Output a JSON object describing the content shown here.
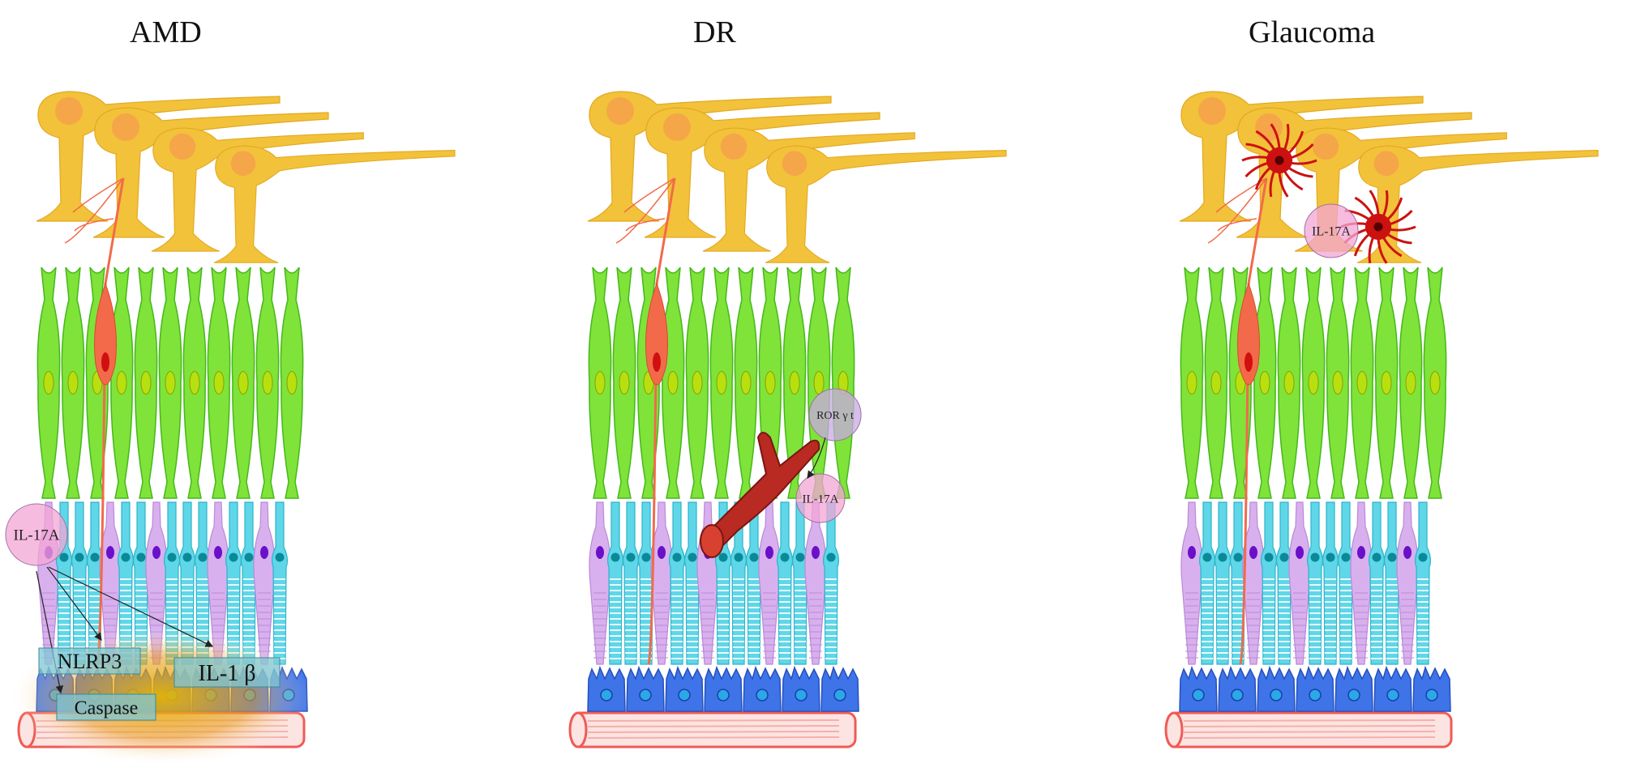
{
  "panels": [
    {
      "title": "AMD",
      "labels": {
        "il17a": "IL-17A",
        "nlrp3": "NLRP3",
        "il1b": "IL-1 β",
        "caspase": "Caspase"
      }
    },
    {
      "title": "DR",
      "labels": {
        "rorgt": "ROR γ t",
        "il17a": "IL-17A"
      }
    },
    {
      "title": "Glaucoma",
      "labels": {
        "il17a": "IL-17A"
      }
    }
  ],
  "colors": {
    "ganglion": "#f2c23a",
    "ganglion_nucleus": "#f5a34a",
    "muller": "#7fe33a",
    "muller_nucleus": "#b8e010",
    "neuron_red": "#f26a4a",
    "rod": "#5fd7e8",
    "cone": "#d9b0ee",
    "rpe": "#3f74e8",
    "vessel": "#f05a55",
    "dr_vessel": "#b82a22",
    "astrocyte": "#cc1111",
    "il17a_bubble": "#f3a6d6",
    "rorgt_bubble": "#c9a8e4",
    "box": "#7fc7d6"
  }
}
